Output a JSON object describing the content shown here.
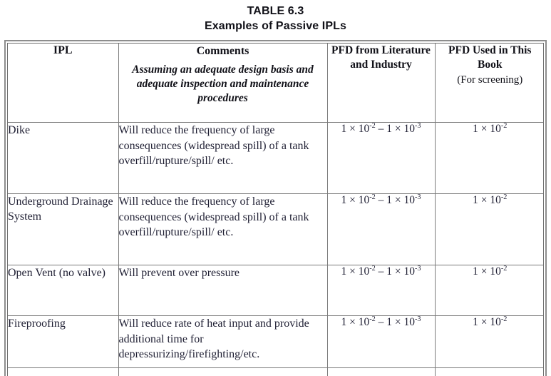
{
  "title": {
    "line1": "TABLE 6.3",
    "line2": "Examples of Passive IPLs"
  },
  "table": {
    "headers": {
      "col1": "IPL",
      "col2_title": "Comments",
      "col2_subtitle": "Assuming an adequate design basis and  adequate inspection and maintenance procedures",
      "col3": "PFD from Literature and Industry",
      "col4_strong": "PFD Used in This Book",
      "col4_paren": "(For screening)"
    },
    "rows": [
      {
        "ipl": "Dike",
        "comment": "Will reduce the frequency of large consequences (widespread spill) of a tank overfill/rupture/spill/ etc.",
        "pfd_literature_prefix": "1 × 10",
        "pfd_literature_exp1": "-2",
        "pfd_literature_mid": " – 1 × 10",
        "pfd_literature_exp2": "-3",
        "pfd_book_prefix": "1 × 10",
        "pfd_book_exp": "-2"
      },
      {
        "ipl": "Underground Drainage System",
        "comment": "Will reduce the frequency of large consequences (widespread spill) of a tank overfill/rupture/spill/ etc.",
        "pfd_literature_prefix": "1 × 10",
        "pfd_literature_exp1": "-2",
        "pfd_literature_mid": " – 1 × 10",
        "pfd_literature_exp2": "-3",
        "pfd_book_prefix": "1 × 10",
        "pfd_book_exp": "-2"
      },
      {
        "ipl": "Open Vent (no valve)",
        "comment": "Will prevent over pressure",
        "pfd_literature_prefix": "1 × 10",
        "pfd_literature_exp1": "-2",
        "pfd_literature_mid": " – 1 × 10",
        "pfd_literature_exp2": "-3",
        "pfd_book_prefix": "1 × 10",
        "pfd_book_exp": "-2"
      },
      {
        "ipl": "Fireproofing",
        "comment": "Will reduce rate of heat input and provide additional time for depressurizing/firefighting/etc.",
        "pfd_literature_prefix": "1 × 10",
        "pfd_literature_exp1": "-2",
        "pfd_literature_mid": " – 1 × 10",
        "pfd_literature_exp2": "-3",
        "pfd_book_prefix": "1 × 10",
        "pfd_book_exp": "-2"
      }
    ]
  },
  "colors": {
    "text": "#1f1f33",
    "heading": "#111118",
    "border_outer": "#8d8d8d",
    "border_inner": "#7a7a7a",
    "background": "#ffffff"
  }
}
